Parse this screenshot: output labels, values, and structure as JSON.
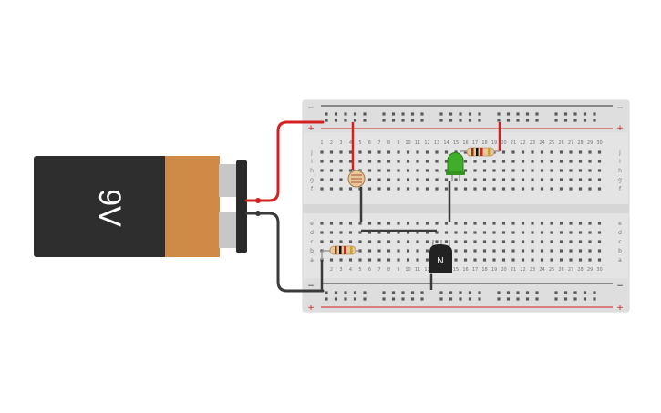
{
  "battery": {
    "label": "9V",
    "body_color": "#2e2e2e",
    "band_color": "#d08a47",
    "terminal_color": "#c7c7c7"
  },
  "breadboard": {
    "column_count": 30,
    "column_labels": [
      "1",
      "2",
      "3",
      "4",
      "5",
      "6",
      "7",
      "8",
      "9",
      "10",
      "11",
      "12",
      "13",
      "14",
      "15",
      "16",
      "17",
      "18",
      "19",
      "20",
      "21",
      "22",
      "23",
      "24",
      "25",
      "26",
      "27",
      "28",
      "29",
      "30"
    ],
    "upper_row_labels": [
      "j",
      "i",
      "h",
      "g",
      "f"
    ],
    "lower_row_labels": [
      "e",
      "d",
      "c",
      "b",
      "a"
    ],
    "rail_plus": "+",
    "rail_minus": "−",
    "board_color": "#e4e4e4",
    "rail_red": "#d42020",
    "rail_black": "#333333"
  },
  "components": {
    "transistor_label": "N",
    "led_color": "#3fae2a",
    "wire_red": "#d42020",
    "wire_black": "#3a3a3a"
  }
}
